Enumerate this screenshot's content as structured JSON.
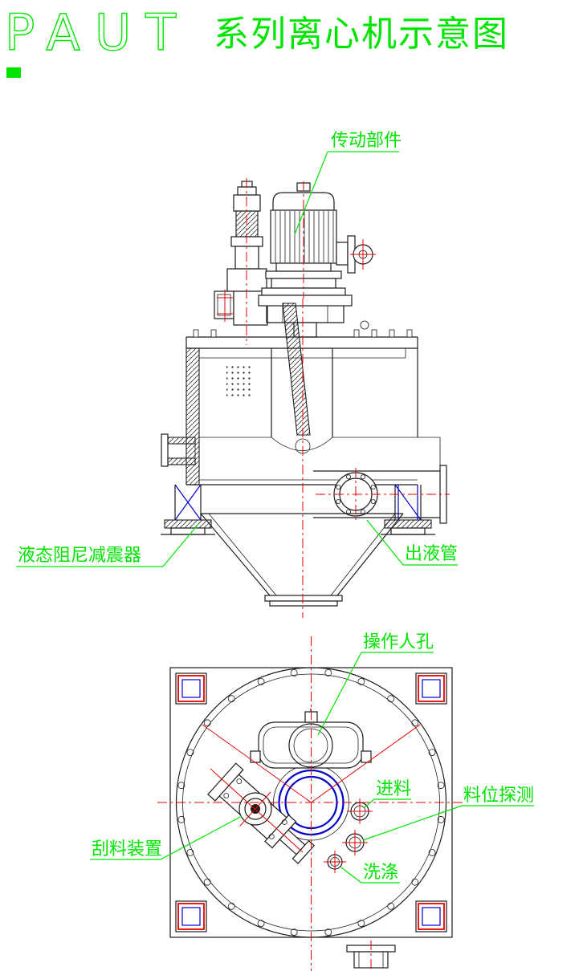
{
  "title": {
    "latin": "PAUT",
    "cjk": "系列离心机示意图"
  },
  "colors": {
    "label_green": "#00e500",
    "centerline_red": "#e60000",
    "line_black": "#1c1c1c",
    "accent_blue": "#0000cc",
    "background": "#ffffff"
  },
  "front_view": {
    "labels": {
      "transmission": "传动部件",
      "damper": "液态阻尼减震器",
      "outlet_pipe": "出液管"
    }
  },
  "top_view": {
    "labels": {
      "manhole": "操作人孔",
      "feed": "进料",
      "level_detect": "料位探测",
      "scraper": "刮料装置",
      "washing": "洗涤"
    }
  }
}
